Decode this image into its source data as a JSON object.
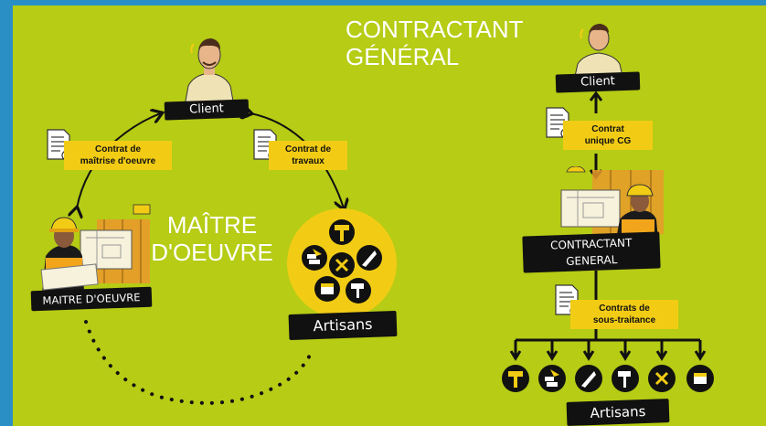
{
  "left": {
    "client_label": "Client",
    "contract_moe": "Contrat de\nmaîtrise d'oeuvre",
    "contract_travaux": "Contrat de\ntravaux",
    "moe_title": "MAÎTRE\nD'OEUVRE",
    "moe_label": "MAITRE D'OEUVRE",
    "artisans_label": "Artisans"
  },
  "right": {
    "title": "CONTRACTANT\nGÉNÉRAL",
    "client_label": "Client",
    "contract_cg": "Contrat\nunique CG",
    "cg_label": "CONTRACTANT\nGENERAL",
    "contract_st": "Contrats de\nsous-traitance",
    "artisans_label": "Artisans"
  },
  "colors": {
    "background": "#b6cc15",
    "frame": "#2a8fc4",
    "tag_yellow": "#f2cc14",
    "label_black": "#111111"
  },
  "icons": [
    "client-person-icon",
    "contract-document-icon",
    "hammer-icon",
    "trowel-bricks-icon",
    "pliers-icon",
    "saw-icon",
    "paint-roller-icon",
    "paint-bucket-icon"
  ]
}
